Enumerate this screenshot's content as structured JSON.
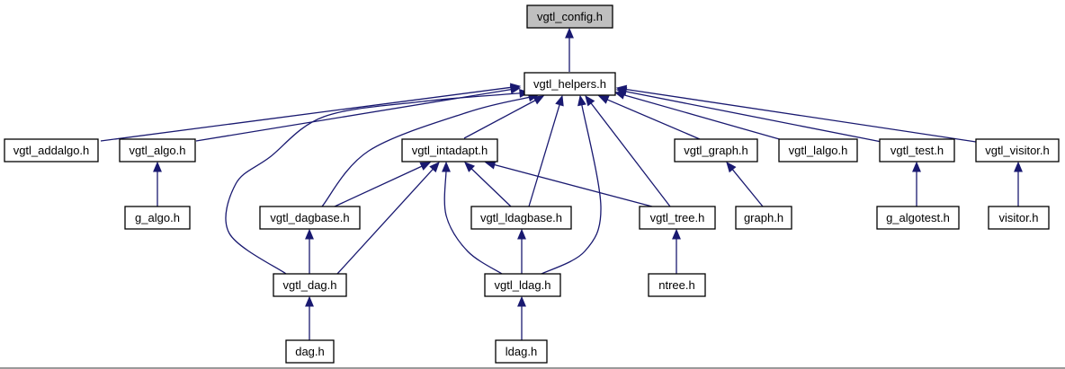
{
  "diagram": {
    "colors": {
      "edge": "#191970",
      "node_fill": "#ffffff",
      "root_fill": "#bfbfbf",
      "node_border": "#000000"
    },
    "nodes": [
      {
        "id": "vgtl_config",
        "label": "vgtl_config.h",
        "highlighted": true
      },
      {
        "id": "vgtl_helpers",
        "label": "vgtl_helpers.h"
      },
      {
        "id": "vgtl_addalgo",
        "label": "vgtl_addalgo.h"
      },
      {
        "id": "vgtl_algo",
        "label": "vgtl_algo.h"
      },
      {
        "id": "vgtl_intadapt",
        "label": "vgtl_intadapt.h"
      },
      {
        "id": "vgtl_graph",
        "label": "vgtl_graph.h"
      },
      {
        "id": "vgtl_lalgo",
        "label": "vgtl_lalgo.h"
      },
      {
        "id": "vgtl_test",
        "label": "vgtl_test.h"
      },
      {
        "id": "vgtl_visitor",
        "label": "vgtl_visitor.h"
      },
      {
        "id": "g_algo",
        "label": "g_algo.h"
      },
      {
        "id": "vgtl_dagbase",
        "label": "vgtl_dagbase.h"
      },
      {
        "id": "vgtl_ldagbase",
        "label": "vgtl_ldagbase.h"
      },
      {
        "id": "vgtl_tree",
        "label": "vgtl_tree.h"
      },
      {
        "id": "graph",
        "label": "graph.h"
      },
      {
        "id": "g_algotest",
        "label": "g_algotest.h"
      },
      {
        "id": "visitor",
        "label": "visitor.h"
      },
      {
        "id": "vgtl_dag",
        "label": "vgtl_dag.h"
      },
      {
        "id": "vgtl_ldag",
        "label": "vgtl_ldag.h"
      },
      {
        "id": "ntree",
        "label": "ntree.h"
      },
      {
        "id": "dag",
        "label": "dag.h"
      },
      {
        "id": "ldag",
        "label": "ldag.h"
      }
    ],
    "edges": [
      {
        "from": "vgtl_helpers",
        "to": "vgtl_config"
      },
      {
        "from": "vgtl_addalgo",
        "to": "vgtl_helpers"
      },
      {
        "from": "vgtl_algo",
        "to": "vgtl_helpers"
      },
      {
        "from": "vgtl_intadapt",
        "to": "vgtl_helpers"
      },
      {
        "from": "vgtl_dagbase",
        "to": "vgtl_helpers"
      },
      {
        "from": "vgtl_dag",
        "to": "vgtl_helpers"
      },
      {
        "from": "vgtl_ldagbase",
        "to": "vgtl_helpers"
      },
      {
        "from": "vgtl_ldag",
        "to": "vgtl_helpers"
      },
      {
        "from": "vgtl_tree",
        "to": "vgtl_helpers"
      },
      {
        "from": "vgtl_graph",
        "to": "vgtl_helpers"
      },
      {
        "from": "vgtl_lalgo",
        "to": "vgtl_helpers"
      },
      {
        "from": "vgtl_test",
        "to": "vgtl_helpers"
      },
      {
        "from": "vgtl_visitor",
        "to": "vgtl_helpers"
      },
      {
        "from": "g_algo",
        "to": "vgtl_algo"
      },
      {
        "from": "vgtl_dagbase",
        "to": "vgtl_intadapt"
      },
      {
        "from": "vgtl_dag",
        "to": "vgtl_intadapt"
      },
      {
        "from": "vgtl_ldagbase",
        "to": "vgtl_intadapt"
      },
      {
        "from": "vgtl_ldag",
        "to": "vgtl_intadapt"
      },
      {
        "from": "vgtl_tree",
        "to": "vgtl_intadapt"
      },
      {
        "from": "graph",
        "to": "vgtl_graph"
      },
      {
        "from": "g_algotest",
        "to": "vgtl_test"
      },
      {
        "from": "visitor",
        "to": "vgtl_visitor"
      },
      {
        "from": "vgtl_dag",
        "to": "vgtl_dagbase"
      },
      {
        "from": "vgtl_ldag",
        "to": "vgtl_ldagbase"
      },
      {
        "from": "ntree",
        "to": "vgtl_tree"
      },
      {
        "from": "dag",
        "to": "vgtl_dag"
      },
      {
        "from": "ldag",
        "to": "vgtl_ldag"
      }
    ]
  }
}
